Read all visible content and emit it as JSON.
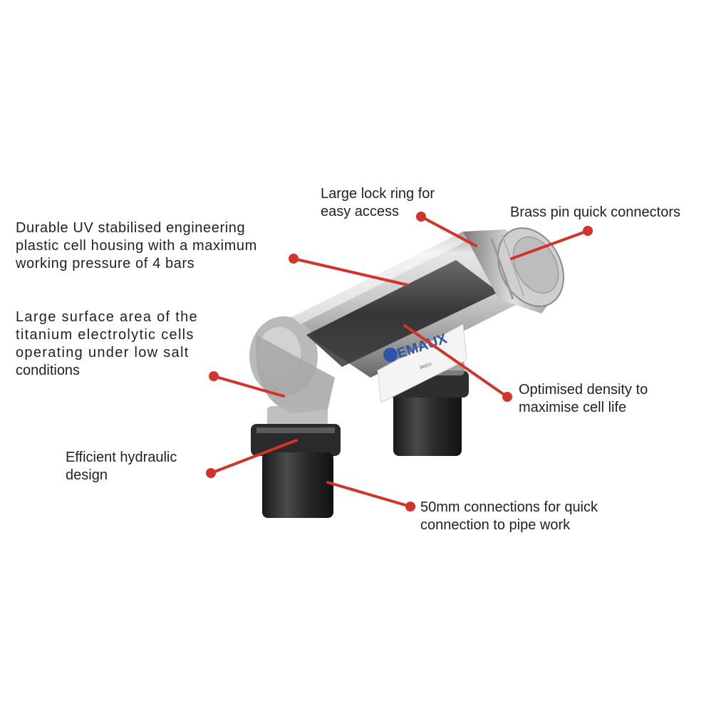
{
  "product": {
    "brand": "EMAUX",
    "model_code": "84023"
  },
  "callouts": [
    {
      "id": "lock-ring",
      "lines": [
        "Large lock ring for",
        "easy access"
      ]
    },
    {
      "id": "brass-pin",
      "lines": [
        "Brass pin quick connectors"
      ]
    },
    {
      "id": "housing",
      "lines": [
        "Durable UV stabilised engineering",
        "plastic cell housing with a maximum",
        "working pressure of 4 bars"
      ]
    },
    {
      "id": "surface-area",
      "lines": [
        "Large surface area of the",
        "titanium electrolytic cells",
        "operating under low salt",
        "conditions"
      ]
    },
    {
      "id": "density",
      "lines": [
        "Optimised density to",
        "maximise cell life"
      ]
    },
    {
      "id": "hydraulic",
      "lines": [
        "Efficient hydraulic",
        "design"
      ]
    },
    {
      "id": "connections",
      "lines": [
        "50mm connections for quick",
        "connection to pipe work"
      ]
    }
  ],
  "colors": {
    "leader": "#d3342a",
    "text": "#231f20",
    "fitting": "#2a2a2a"
  }
}
